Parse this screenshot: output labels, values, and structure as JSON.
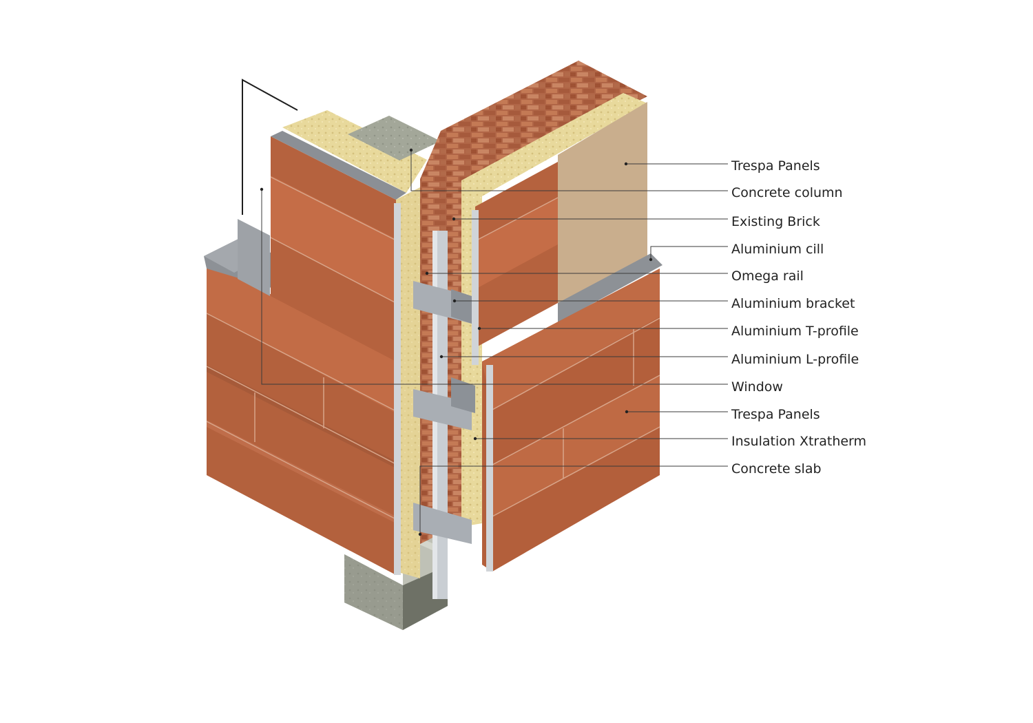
{
  "colors": {
    "panel_terracotta": "#b9643f",
    "panel_terracotta_dark": "#9c4f2f",
    "panel_beige": "#c8ad8c",
    "insulation": "#e6d79a",
    "brick": "#b5684a",
    "concrete": "#a4a89c",
    "aluminium": "#b7bcc2",
    "leader_line": "#3a3a3a"
  },
  "callouts": [
    {
      "label": "Trespa Panels"
    },
    {
      "label": "Concrete column"
    },
    {
      "label": "Existing Brick"
    },
    {
      "label": "Aluminium cill"
    },
    {
      "label": "Omega rail"
    },
    {
      "label": "Aluminium bracket"
    },
    {
      "label": "Aluminium T-profile"
    },
    {
      "label": "Aluminium L-profile"
    },
    {
      "label": "Window"
    },
    {
      "label": "Trespa Panels"
    },
    {
      "label": "Insulation Xtratherm"
    },
    {
      "label": "Concrete slab"
    }
  ]
}
